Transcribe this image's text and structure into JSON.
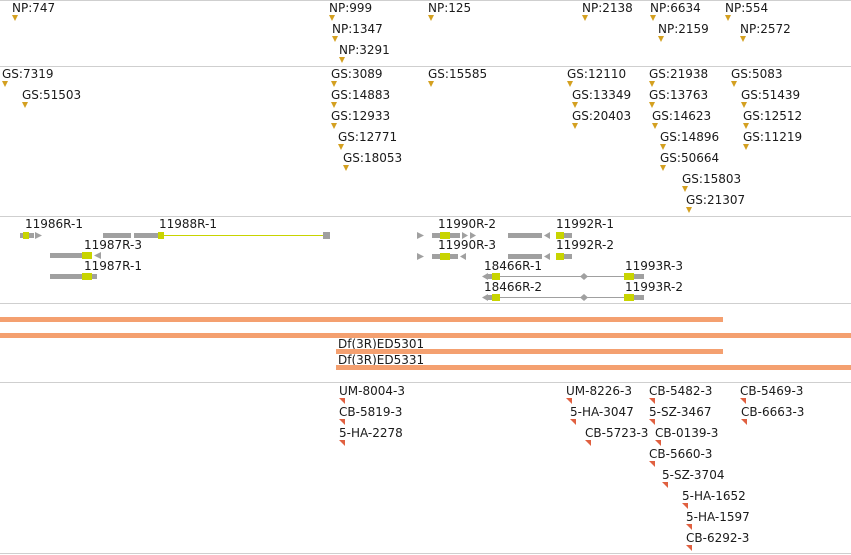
{
  "colors": {
    "np_marker": "#d4a020",
    "gs_marker": "#d4a020",
    "primer_marker": "#e06040",
    "deficiency_bar": "#f4a070",
    "exon": "#c8d400",
    "intron": "#a0a0a0",
    "divider": "#cfcfcf"
  },
  "np_track": {
    "items": [
      "NP:747",
      "NP:999",
      "NP:1347",
      "NP:3291",
      "NP:125",
      "NP:2138",
      "NP:6634",
      "NP:2159",
      "NP:554",
      "NP:2572"
    ]
  },
  "gs_track": {
    "items": [
      "GS:7319",
      "GS:51503",
      "GS:3089",
      "GS:14883",
      "GS:12933",
      "GS:12771",
      "GS:18053",
      "GS:15585",
      "GS:12110",
      "GS:13349",
      "GS:20403",
      "GS:21938",
      "GS:13763",
      "GS:14623",
      "GS:14896",
      "GS:50664",
      "GS:15803",
      "GS:21307",
      "GS:5083",
      "GS:51439",
      "GS:12512",
      "GS:11219"
    ]
  },
  "gene_track": {
    "genes": [
      "11986R-1",
      "11988R-1",
      "11987R-3",
      "11987R-1",
      "11990R-2",
      "11990R-3",
      "11992R-1",
      "11992R-2",
      "18466R-1",
      "11993R-3",
      "18466R-2",
      "11993R-2"
    ]
  },
  "deficiency_track": {
    "items": [
      "Df(3R)ED5301",
      "Df(3R)ED5331"
    ]
  },
  "primer_track": {
    "items": [
      "UM-8004-3",
      "CB-5819-3",
      "5-HA-2278",
      "UM-8226-3",
      "5-HA-3047",
      "CB-5723-3",
      "CB-5482-3",
      "5-SZ-3467",
      "CB-0139-3",
      "CB-5660-3",
      "5-SZ-3704",
      "5-HA-1652",
      "5-HA-1597",
      "CB-6292-3",
      "CB-5469-3",
      "CB-6663-3"
    ]
  }
}
